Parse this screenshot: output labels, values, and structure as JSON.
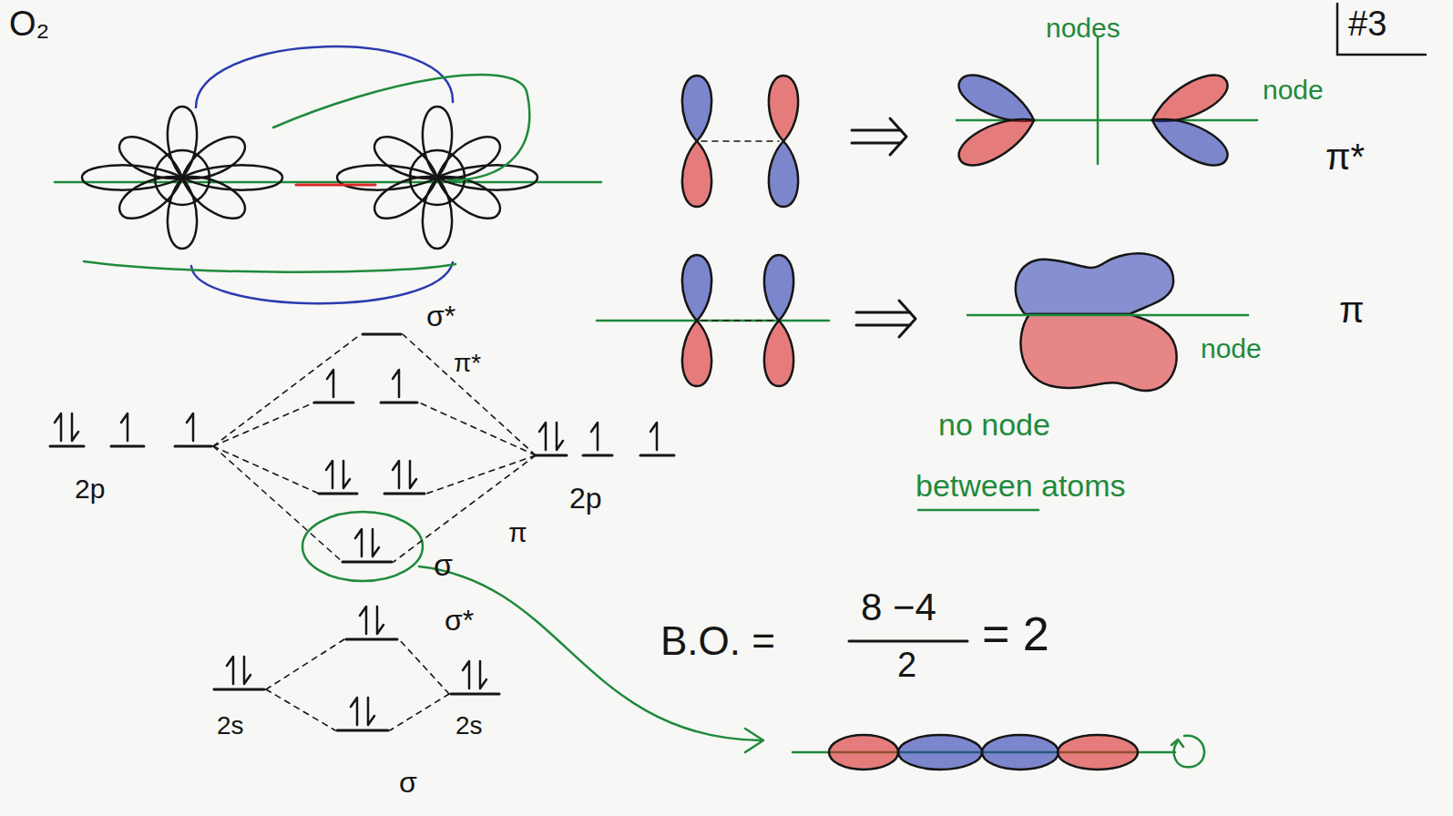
{
  "diagram": {
    "labels": [
      "O₂",
      "#3",
      "nodes",
      "node",
      "π*",
      "π",
      "node",
      "no node",
      "between atoms",
      "σ*",
      "π*",
      "2p",
      "π",
      "2p",
      "σ",
      "σ*",
      "2s",
      "2s",
      "σ",
      "B.O. =",
      "8 −4",
      "2",
      "= 2"
    ]
  }
}
